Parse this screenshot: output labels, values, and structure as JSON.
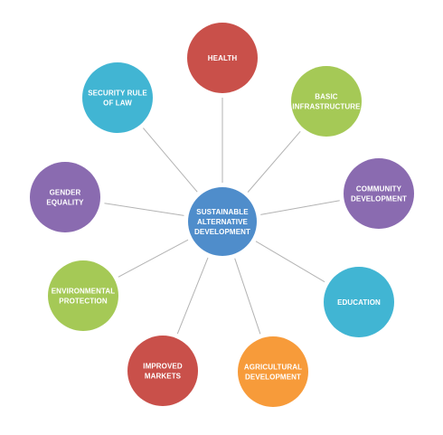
{
  "hub": {
    "lines": [
      "SUSTAINABLE",
      "ALTERNATIVE",
      "DEVELOPMENT"
    ],
    "color": "#4F8DCB"
  },
  "nodes": [
    {
      "id": "health",
      "lines": [
        "HEALTH"
      ],
      "color": "#C9504A"
    },
    {
      "id": "basic-infrastructure",
      "lines": [
        "BASIC",
        "INFRASTRUCTURE"
      ],
      "color": "#A5C956"
    },
    {
      "id": "community-development",
      "lines": [
        "COMMUNITY",
        "DEVELOPMENT"
      ],
      "color": "#8A6BB0"
    },
    {
      "id": "education",
      "lines": [
        "EDUCATION"
      ],
      "color": "#41B5D3"
    },
    {
      "id": "agricultural-development",
      "lines": [
        "AGRICULTURAL",
        "DEVELOPMENT"
      ],
      "color": "#F79B3A"
    },
    {
      "id": "improved-markets",
      "lines": [
        "IMPROVED",
        "MARKETS"
      ],
      "color": "#C9504A"
    },
    {
      "id": "environmental-protection",
      "lines": [
        "ENVIRONMENTAL",
        "PROTECTION"
      ],
      "color": "#A5C956"
    },
    {
      "id": "gender-equality",
      "lines": [
        "GENDER",
        "EQUALITY"
      ],
      "color": "#8A6BB0"
    },
    {
      "id": "security-rule-of-law",
      "lines": [
        "SECURITY RULE",
        "OF LAW"
      ],
      "color": "#41B5D3"
    }
  ]
}
